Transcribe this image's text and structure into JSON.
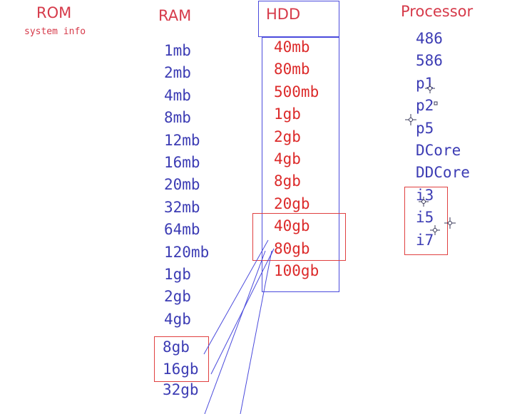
{
  "headers": {
    "rom": "ROM",
    "rom_sub": "system info",
    "ram": "RAM",
    "hdd": "HDD",
    "processor": "Processor"
  },
  "ram": [
    "1mb",
    "2mb",
    "4mb",
    "8mb",
    "12mb",
    "16mb",
    "20mb",
    "32mb",
    "64mb",
    "120mb",
    "1gb",
    "2gb",
    "4gb",
    "8gb",
    "16gb",
    "32gb"
  ],
  "hdd": [
    "40mb",
    "80mb",
    "500mb",
    "1gb",
    "2gb",
    "4gb",
    "8gb",
    "20gb",
    "40gb",
    "80gb",
    "100gb"
  ],
  "processor": [
    "486",
    "586",
    "p1",
    "p2",
    "p5",
    "DCore",
    "DDCore",
    "i3",
    "i5",
    "i7"
  ],
  "colors": {
    "header": "#d63a4a",
    "ram_text": "#3c3cb4",
    "hdd_text": "#dc2a2a",
    "processor_text": "#3c3cb4",
    "box_blue": "#4a4adc",
    "box_red": "#e04040"
  },
  "icons": [
    "crosshair-cursor-icon"
  ]
}
